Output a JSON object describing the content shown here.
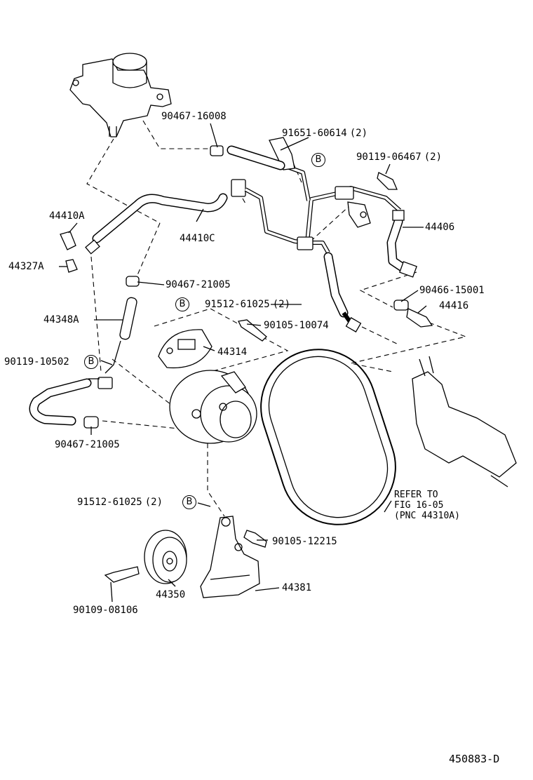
{
  "diagram": {
    "title_code": "450883-D",
    "part_labels": [
      {
        "id": "p1",
        "text": "90467-16008",
        "suffix": ""
      },
      {
        "id": "p2",
        "text": "91651-60614",
        "suffix": "(2)"
      },
      {
        "id": "p3",
        "text": "90119-06467",
        "suffix": "(2)"
      },
      {
        "id": "p4",
        "text": "44410A",
        "suffix": ""
      },
      {
        "id": "p5",
        "text": "44406",
        "suffix": ""
      },
      {
        "id": "p6",
        "text": "44410C",
        "suffix": ""
      },
      {
        "id": "p7",
        "text": "44327A",
        "suffix": ""
      },
      {
        "id": "p8",
        "text": "90467-21005",
        "suffix": ""
      },
      {
        "id": "p9",
        "text": "90466-15001",
        "suffix": ""
      },
      {
        "id": "p10",
        "text": "91512-61025",
        "suffix": "(2)"
      },
      {
        "id": "p11",
        "text": "44416",
        "suffix": ""
      },
      {
        "id": "p12",
        "text": "44348A",
        "suffix": ""
      },
      {
        "id": "p13",
        "text": "90105-10074",
        "suffix": ""
      },
      {
        "id": "p14",
        "text": "44314",
        "suffix": ""
      },
      {
        "id": "p15",
        "text": "90119-10502",
        "suffix": ""
      },
      {
        "id": "p16",
        "text": "90467-21005",
        "suffix": ""
      },
      {
        "id": "p17",
        "text": "91512-61025",
        "suffix": "(2)"
      },
      {
        "id": "p18",
        "text": "90105-12215",
        "suffix": ""
      },
      {
        "id": "p19",
        "text": "44381",
        "suffix": ""
      },
      {
        "id": "p20",
        "text": "44350",
        "suffix": ""
      },
      {
        "id": "p21",
        "text": "90109-08106",
        "suffix": ""
      }
    ],
    "reference_tag": "B",
    "refer_note": {
      "line1": "REFER TO",
      "line2": "FIG 16-05",
      "line3": "(PNC 44310A)"
    }
  }
}
